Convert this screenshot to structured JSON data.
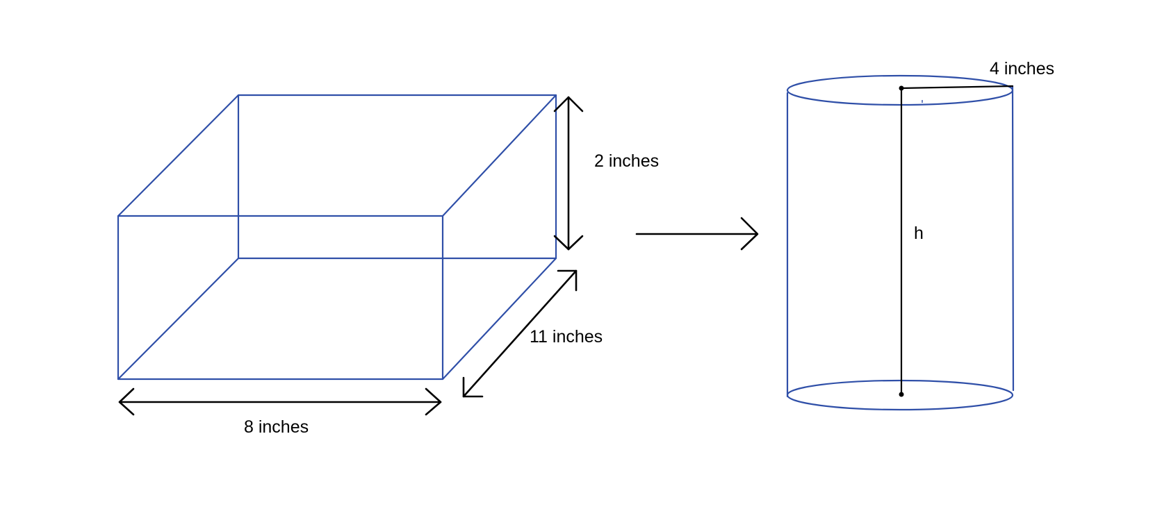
{
  "box": {
    "length_label": "8 inches",
    "depth_label": "11 inches",
    "height_label": "2 inches"
  },
  "cylinder": {
    "radius_label": "4 inches",
    "height_label": "h"
  },
  "colors": {
    "shape_outline": "#2f4fa8",
    "dimension_lines": "#000000",
    "background": "#ffffff"
  }
}
